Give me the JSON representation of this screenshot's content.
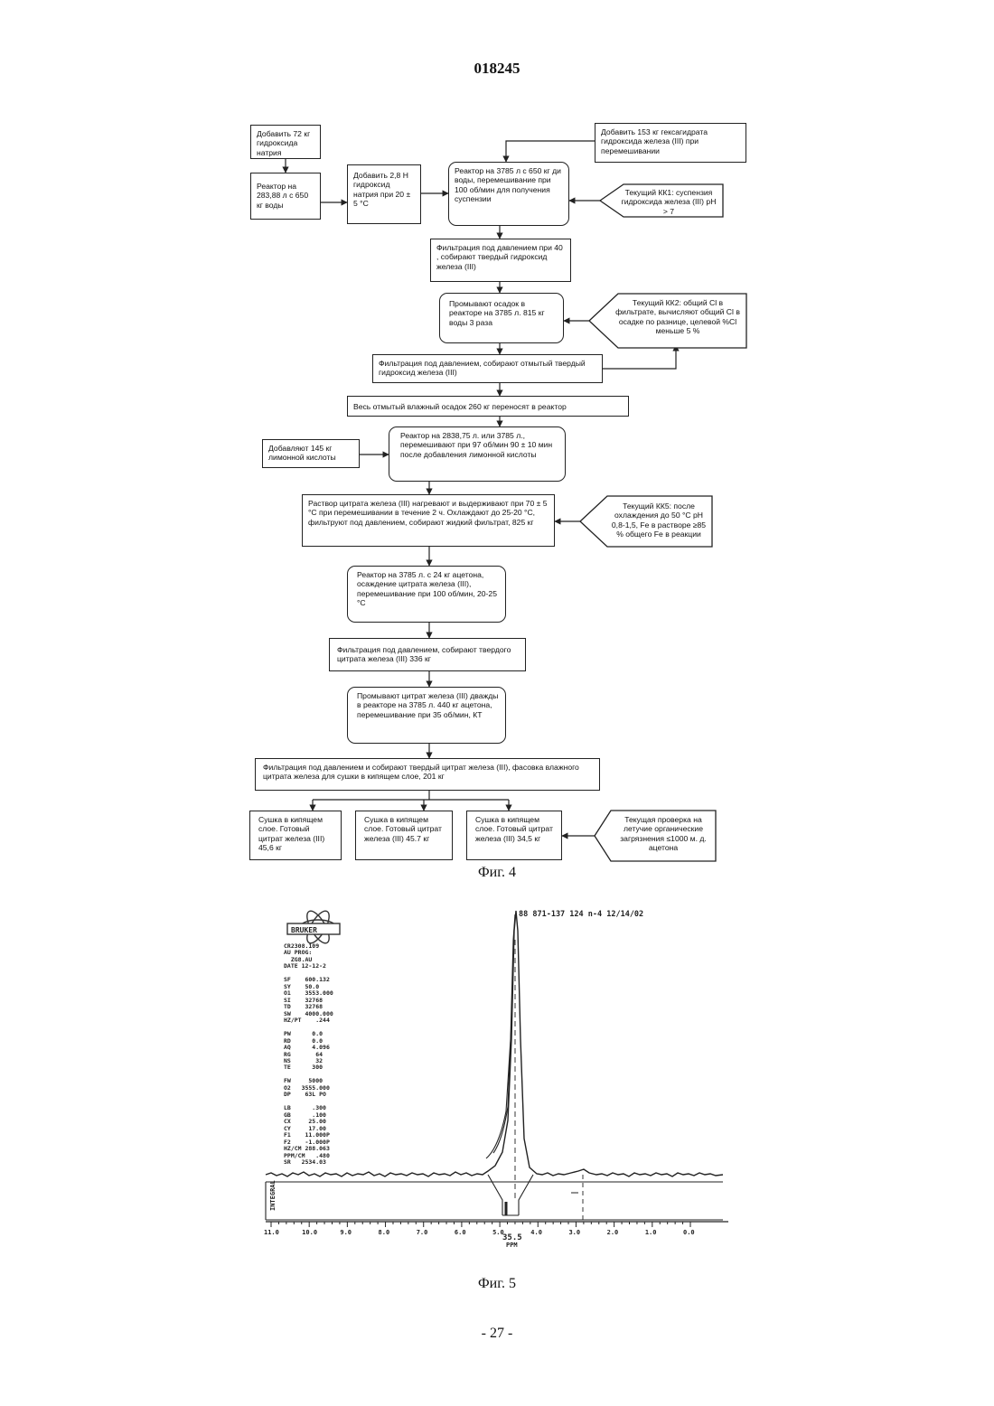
{
  "header": {
    "doc_number": "018245"
  },
  "flow": {
    "add_naoh": "Добавить 72 кг гидроксида натрия",
    "reactor_water": "Реактор на 283,88 л с 650 кг воды",
    "add_28n": "Добавить 2,8 Н гидроксид натрия при 20 ± 5 °С",
    "reactor_3785": "Реактор на 3785 л с 650 кг ди воды, перемешивание при 100 об/мин для получения суспензии",
    "add_ferric": "Добавить 153 кг гексагидрата гидроксида железа (III) при перемешивании",
    "kk1": "Текущий КК1: суспензия гидроксида железа (III) рН > 7",
    "filtration1": "Фильтрация под давлением при 40 , собирают твердый гидроксид железа (III)",
    "wash_precip": "Промывают осадок в реакторе на 3785 л. 815 кг воды 3 раза",
    "kk2": "Текущий КК2: общий Cl в фильтрате, вычисляют общий Cl в осадке по разнице, целевой %Cl меньше 5 %",
    "filtration2": "Фильтрация под давлением, собирают отмытый твердый гидроксид железа (III)",
    "transfer": "Весь отмытый влажный осадок 260 кг переносят в реактор",
    "reactor_citric": "Реактор на 2838,75 л. или 3785 л., перемешивают при 97 об/мин 90 ± 10 мин после добавления лимонной кислоты",
    "add_citric": "Добавляют 145 кг лимонной кислоты",
    "heat_solution": "Раствор цитрата железа (III) нагревают и выдерживают при 70 ± 5 °С при перемешивании в течение 2 ч. Охлаждают до 25-20 °С, фильтруют под давлением, собирают жидкий фильтрат, 825 кг",
    "kk5": "Текущий КК5: после охлаждения до 50 °С рН 0,8-1,5, Fe в растворе ≥85 % общего Fe в реакции",
    "acetone_precip": "Реактор на 3785 л. с 24 кг ацетона, осаждение цитрата железа (III), перемешивание при 100 об/мин, 20-25 °С",
    "filtration3": "Фильтрация под давлением, собирают твердого цитрата железа (III) 336 кг",
    "wash_citrate": "Промывают цитрат железа (III) дважды в реакторе на 3785 л. 440 кг ацетона, перемешивание при 35 об/мин, КТ",
    "filtration4": "Фильтрация под давлением и собирают твердый цитрат железа (III), фасовка влажного цитрата железа для сушки в кипящем слое, 201 кг",
    "dry1": "Сушка в кипящем слое. Готовый цитрат железа (III) 45,6 кг",
    "dry2": "Сушка в кипящем слое. Готовый цитрат железа (III) 45.7 кг",
    "dry3": "Сушка в кипящем слое. Готовый цитрат железа (III) 34,5 кг",
    "voc_check": "Текущая проверка на летучие органические загрязнения ≤1000 м. д. ацетона"
  },
  "captions": {
    "fig4": "Фиг. 4",
    "fig5": "Фиг. 5"
  },
  "spectrum": {
    "params": "CR2308.109\nAU PROG:\n  ZG8.AU\nDATE 12-12-2\n\nSF    600.132\nSY    50.0\nO1    3553.000\nSI    32768\nTD    32768\nSW    4000.000\nHZ/PT    .244\n\nPW      0.0\nRD      0.0\nAQ      4.096\nRG       64\nNS       32\nTE      300\n\nFW     5000\nO2   3555.000\nDP    63L PO\n\nLB      .300\nGB      .100\nCX     25.00\nCY     17.00\nF1    11.000P\nF2    -1.000P\nHZ/CM 288.063\nPPM/CM   .480\nSR   2534.03",
    "annotation": "88  871-137 124  n-4  12/14/02",
    "integral_label": "INTEGRAL",
    "x_ticks": [
      "11.0",
      "10.0",
      "9.0",
      "8.0",
      "7.0",
      "6.0",
      "5.0",
      "4.0",
      "3.0",
      "2.0",
      "1.0",
      "0.0"
    ],
    "ppm_label": "PPM",
    "peak_values": "35.5"
  },
  "footer": {
    "page": "- 27 -"
  }
}
